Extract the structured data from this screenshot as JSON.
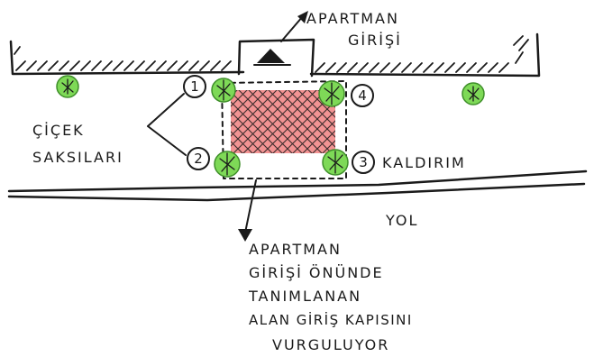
{
  "labels": {
    "entrance": [
      "APARTMAN",
      "GİRİŞİ"
    ],
    "pots": [
      "ÇİÇEK",
      "SAKSILARI"
    ],
    "sidewalk": "KALDIRIM",
    "road": "YOL",
    "note": [
      "APARTMAN",
      "GİRİŞİ ÖNÜNDE",
      "TANIMLANAN",
      "ALAN GİRİŞ KAPISINI",
      "VURGULUYOR"
    ]
  },
  "markers": [
    "1",
    "2",
    "3",
    "4"
  ],
  "colors": {
    "ink": "#1a1a1a",
    "zone_fill": "#f08080",
    "pot_fill": "#7ed957",
    "pot_stroke": "#3f8f2a"
  }
}
